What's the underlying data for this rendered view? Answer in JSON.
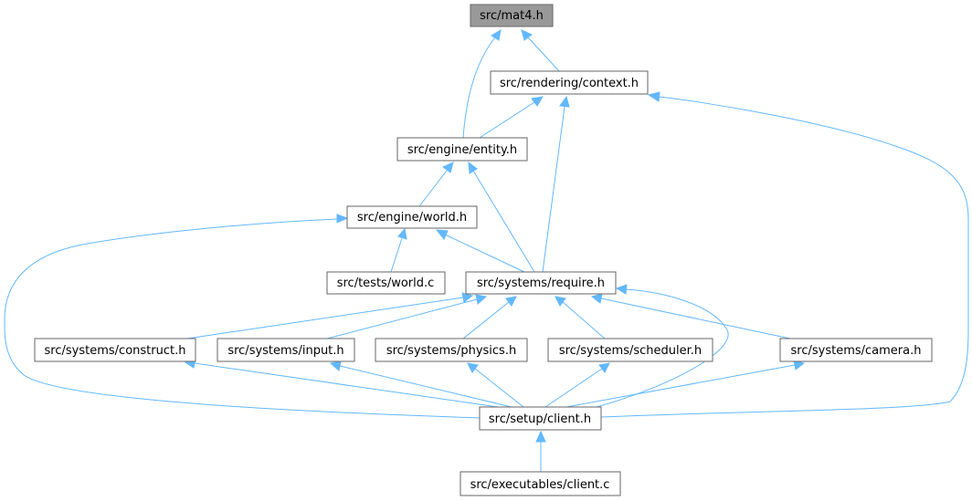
{
  "colors": {
    "edge": "#63b8ff",
    "root_fill": "#999999",
    "node_fill": "#ffffff",
    "node_border": "#666666"
  },
  "nodes": {
    "mat4": "src/mat4.h",
    "context": "src/rendering/context.h",
    "entity": "src/engine/entity.h",
    "world": "src/engine/world.h",
    "tests_world": "src/tests/world.c",
    "require": "src/systems/require.h",
    "construct": "src/systems/construct.h",
    "input": "src/systems/input.h",
    "physics": "src/systems/physics.h",
    "scheduler": "src/systems/scheduler.h",
    "camera": "src/systems/camera.h",
    "client_h": "src/setup/client.h",
    "client_c": "src/executables/client.c"
  },
  "edges": [
    {
      "from": "context",
      "to": "mat4"
    },
    {
      "from": "entity",
      "to": "mat4"
    },
    {
      "from": "entity",
      "to": "context"
    },
    {
      "from": "require",
      "to": "context"
    },
    {
      "from": "client_h",
      "to": "context"
    },
    {
      "from": "world",
      "to": "entity"
    },
    {
      "from": "require",
      "to": "entity"
    },
    {
      "from": "tests_world",
      "to": "world"
    },
    {
      "from": "require",
      "to": "world"
    },
    {
      "from": "client_h",
      "to": "world"
    },
    {
      "from": "construct",
      "to": "require"
    },
    {
      "from": "input",
      "to": "require"
    },
    {
      "from": "physics",
      "to": "require"
    },
    {
      "from": "scheduler",
      "to": "require"
    },
    {
      "from": "camera",
      "to": "require"
    },
    {
      "from": "client_h",
      "to": "require"
    },
    {
      "from": "client_h",
      "to": "construct"
    },
    {
      "from": "client_h",
      "to": "input"
    },
    {
      "from": "client_h",
      "to": "physics"
    },
    {
      "from": "client_h",
      "to": "scheduler"
    },
    {
      "from": "client_h",
      "to": "camera"
    },
    {
      "from": "client_c",
      "to": "client_h"
    }
  ]
}
